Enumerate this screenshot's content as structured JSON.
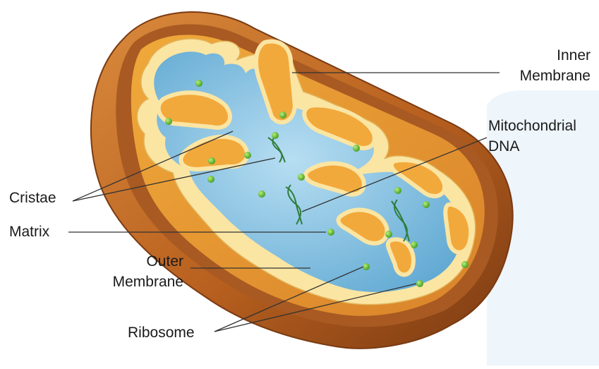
{
  "labels": {
    "inner_membrane": {
      "line1": "Inner",
      "line2": "Membrane"
    },
    "mitochondrial_dna": {
      "line1": "Mitochondrial",
      "line2": "DNA"
    },
    "cristae": "Cristae",
    "matrix": "Matrix",
    "outer_membrane": {
      "line1": "Outer",
      "line2": "Membrane"
    },
    "ribosome": "Ribosome"
  },
  "colors": {
    "outer_membrane": "#c9722a",
    "outer_membrane_dark": "#8a4516",
    "intermembrane_space": "#e8992e",
    "inner_membrane": "#fbe7a6",
    "cristae_fold": "#f2a93b",
    "matrix": "#6fb3d8",
    "matrix_light": "#a9d6ee",
    "ribosome": "#67c23a",
    "dna": "#2f7d3a",
    "leader_line": "#333333",
    "background_panel": "#f0f6fb"
  }
}
